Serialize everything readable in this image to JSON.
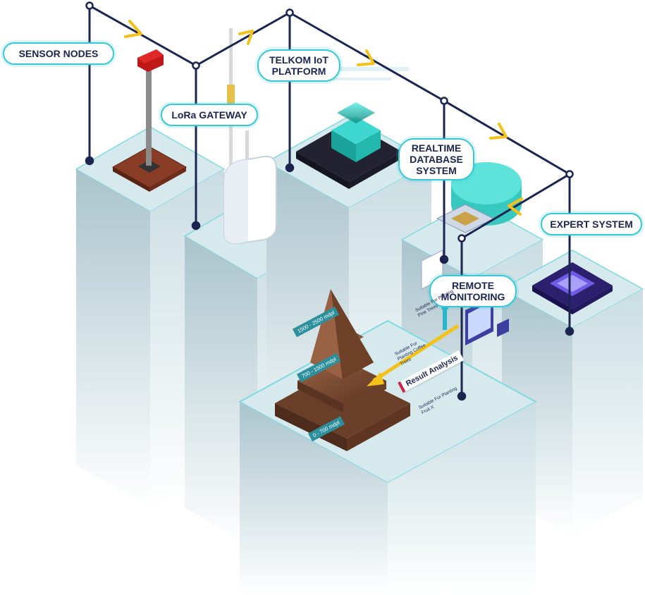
{
  "nodes": {
    "sensor_nodes": "SENSOR NODES",
    "lora_gateway": "LoRa GATEWAY",
    "telkom_iot_platform_line1": "TELKOM IoT",
    "telkom_iot_platform_line2": "PLATFORM",
    "realtime_db_line1": "REALTIME",
    "realtime_db_line2": "DATABASE",
    "realtime_db_line3": "SYSTEM",
    "expert_system": "EXPERT SYSTEM",
    "remote_monitoring_line1": "REMOTE",
    "remote_monitoring_line2": "MONITORING"
  },
  "pyramid": {
    "levels": [
      {
        "elevation": "1500 - 2500 mdpl",
        "suitability": "Suitable For Planting Pine Trees"
      },
      {
        "elevation": "700 - 1500 mdpl",
        "suitability": "Suitable For Planting Coffee Trees"
      },
      {
        "elevation": "0 - 700 mdpl",
        "suitability": "Suitable For Planting Fruit X"
      }
    ],
    "result_label": "Result Analysis"
  },
  "colors": {
    "line": "#1c2550",
    "accent": "#36c8d6",
    "arrow": "#f2c21b",
    "soil": "#7a4a33",
    "chip": "#2a2a35",
    "expert_chip": "#3b2a8a"
  }
}
